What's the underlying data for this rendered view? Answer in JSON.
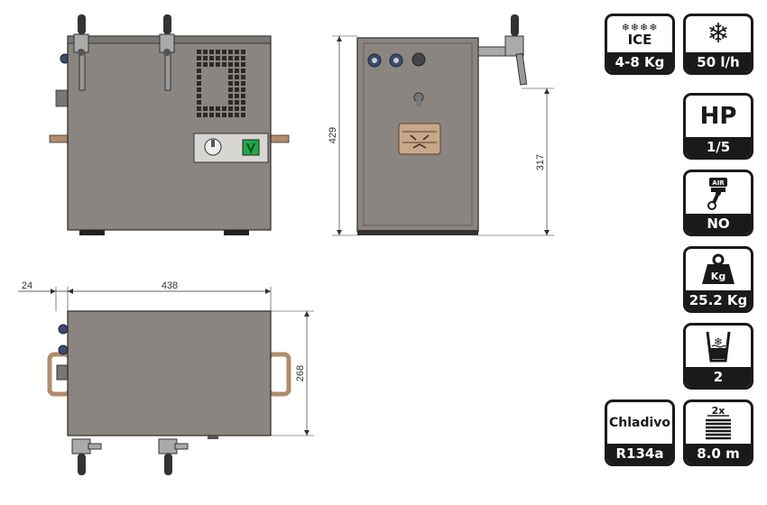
{
  "dimensions": {
    "height_total": "429",
    "tap_height": "317",
    "offset_left": "24",
    "width": "438",
    "depth": "268"
  },
  "panel": {
    "indicator_color": "#1fa84a"
  },
  "badges": {
    "ice": {
      "top_text": "ICE",
      "stars": "❄❄❄❄",
      "bottom": "4-8 Kg"
    },
    "capacity": {
      "icon": "snowflake-icon",
      "bottom": "50 l/h"
    },
    "power": {
      "top_text": "HP",
      "bottom": "1/5"
    },
    "air": {
      "icon": "air-pump-icon",
      "icon_text": "AIR",
      "bottom": "NO"
    },
    "weight": {
      "icon": "weight-icon",
      "icon_text": "Kg",
      "bottom": "25.2 Kg"
    },
    "taps": {
      "icon": "cooled-glass-icon",
      "bottom": "2"
    },
    "coolant": {
      "top_text": "Chladivo",
      "bottom": "R134a"
    },
    "coil": {
      "icon": "coil-icon",
      "icon_text": "2x",
      "bottom": "8.0 m"
    }
  },
  "colors": {
    "body": "#8a8580",
    "body_dark": "#6e6a66",
    "outline": "#2a2a2a",
    "badge_dark": "#1a1a1a"
  }
}
